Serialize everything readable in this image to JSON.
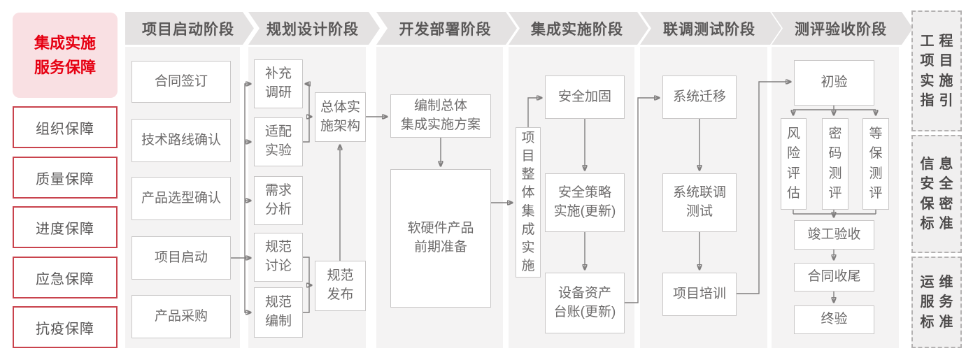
{
  "colors": {
    "accent_red": "#e60012",
    "assure_border_red": "#c9434d",
    "brand_pink_bg": "#f9e0e3",
    "phase_header_bg": "#e4e2e2",
    "column_bg": "#f4f3f3",
    "line_gray": "#807e7e",
    "header_text": "#595757",
    "node_text": "#6e6c6c",
    "node_border": "#c9c7c7"
  },
  "left_panel": {
    "title": "集成实施\n服务保障",
    "items": [
      {
        "label": "组织保障"
      },
      {
        "label": "质量保障"
      },
      {
        "label": "进度保障"
      },
      {
        "label": "应急保障"
      },
      {
        "label": "抗疫保障"
      }
    ]
  },
  "phases": [
    {
      "label": "项目启动阶段"
    },
    {
      "label": "规划设计阶段"
    },
    {
      "label": "开发部署阶段"
    },
    {
      "label": "集成实施阶段"
    },
    {
      "label": "联调测试阶段"
    },
    {
      "label": "测评验收阶段"
    }
  ],
  "nodes": {
    "contract_signing": "合同签订",
    "tech_route_confirm": "技术路线确认",
    "product_selection_confirm": "产品选型确认",
    "project_kickoff": "项目启动",
    "product_procurement": "产品采购",
    "supplementary_research": "补充\n调研",
    "adaptation_experiment": "适配\n实验",
    "requirement_analysis": "需求\n分析",
    "spec_discussion": "规范\n讨论",
    "spec_compilation": "规范\n编制",
    "overall_impl_architecture": "总体实\n施架构",
    "spec_release": "规范\n发布",
    "overall_integration_plan": "编制总体\n集成实施方案",
    "hw_sw_preparation": "软硬件产品\n前期准备",
    "overall_project_integration": "项\n目\n整\n体\n集\n成\n实\n施",
    "security_hardening": "安全加固",
    "security_policy_impl": "安全策略\n实施(更新)",
    "asset_ledger_update": "设备资产\n台账(更新)",
    "system_migration": "系统迁移",
    "joint_commissioning_test": "系统联调\n测试",
    "project_training": "项目培训",
    "preliminary_acceptance": "初验",
    "risk_assessment": "风\n险\n评\n估",
    "crypto_evaluation": "密\n码\n测\n评",
    "classified_protection_eval": "等\n保\n测\n评",
    "completion_acceptance": "竣工验收",
    "contract_closure": "合同收尾",
    "final_acceptance": "终验"
  },
  "right_panel": {
    "items": [
      {
        "label": "工程\n项目\n实施\n指引"
      },
      {
        "label": "信息\n安全\n保密\n标准"
      },
      {
        "label": "运维\n服务\n标准"
      }
    ]
  }
}
